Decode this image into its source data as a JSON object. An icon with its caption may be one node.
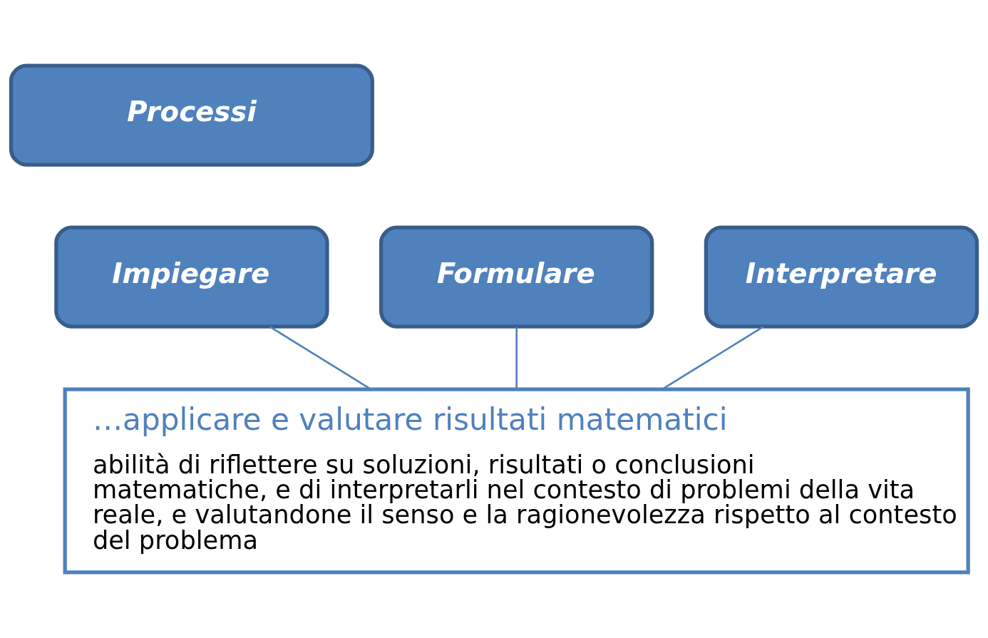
{
  "diagram": {
    "nodes": [
      {
        "text": [
          "Processi"
        ]
      },
      {
        "text": [
          "Formulare"
        ]
      },
      {
        "text": [
          "Impiegare"
        ]
      },
      {
        "text": [
          "Interpretare"
        ]
      },
      {
        "text": [
          "…applicare e valutare risultati matematici",
          "abilità di riflettere su soluzioni, risultati o conclusioni matematiche, e di interpretarli nel contesto di problemi della vita reale, e valutandone il senso e la ragionevolezza rispetto al contesto del problema"
        ]
      }
    ],
    "edges": [
      {
        "from": 1,
        "to": 4,
        "arrow": "none"
      },
      {
        "from": 2,
        "to": 4,
        "arrow": "none"
      },
      {
        "from": 3,
        "to": 4,
        "arrow": "none"
      }
    ]
  }
}
